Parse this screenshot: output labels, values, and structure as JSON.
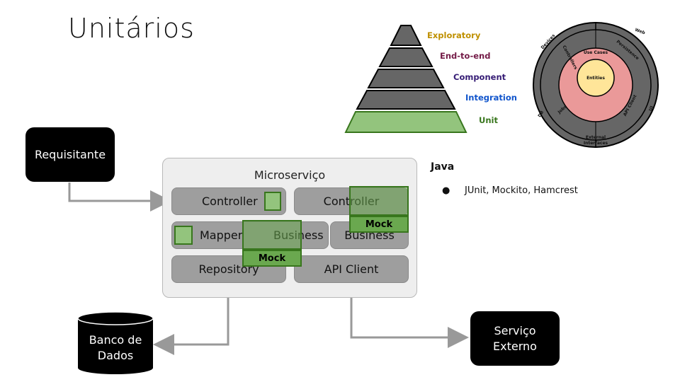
{
  "title": "Unitários",
  "pyramid": {
    "levels": [
      {
        "label": "Exploratory",
        "color": "#bf9000"
      },
      {
        "label": "End-to-end",
        "color": "#741b47"
      },
      {
        "label": "Component",
        "color": "#351c75"
      },
      {
        "label": "Integration",
        "color": "#1155cc"
      },
      {
        "label": "Unit",
        "color": "#38761d"
      }
    ]
  },
  "clean_architecture": {
    "core": "Entities",
    "use_cases": "Use Cases",
    "adapters": [
      "Controllers",
      "Persistence",
      "API Client",
      "Jobs"
    ],
    "outer": [
      "Devices",
      "Web",
      "UI",
      "DB"
    ],
    "external_interfaces": [
      "External",
      "Interfaces"
    ]
  },
  "requester": "Requisitante",
  "microservice": {
    "label": "Microserviço",
    "components": {
      "controller_left": "Controller",
      "controller_right": "Controller",
      "mapper": "Mapper",
      "business_left": "Business",
      "business_right": "Business",
      "repository": "Repository",
      "api_client": "API Client"
    },
    "mock_label": "Mock"
  },
  "database": [
    "Banco de",
    "Dados"
  ],
  "external_service": [
    "Serviço",
    "Externo"
  ],
  "java": {
    "heading": "Java",
    "items": [
      "JUnit, Mockito, Hamcrest"
    ]
  },
  "colors": {
    "mock_fill": "#6aa84f",
    "mock_border": "#38761d",
    "unit_fill": "#93c47d",
    "component_gray": "#9e9e9e"
  }
}
